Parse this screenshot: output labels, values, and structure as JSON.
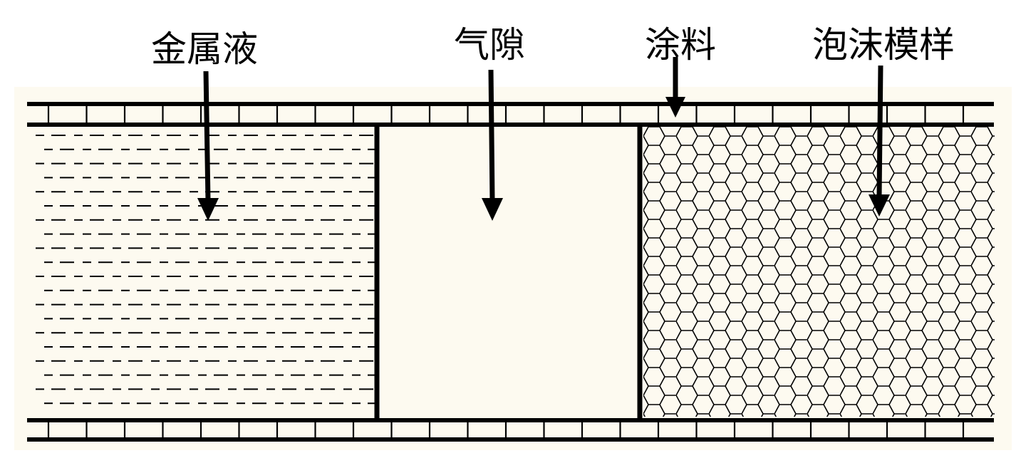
{
  "labels": {
    "metal_liquid": "金属液",
    "air_gap": "气隙",
    "coating": "涂料",
    "foam_pattern": "泡沫模样"
  },
  "colors": {
    "background": "#fdfaf0",
    "line": "#000000"
  }
}
